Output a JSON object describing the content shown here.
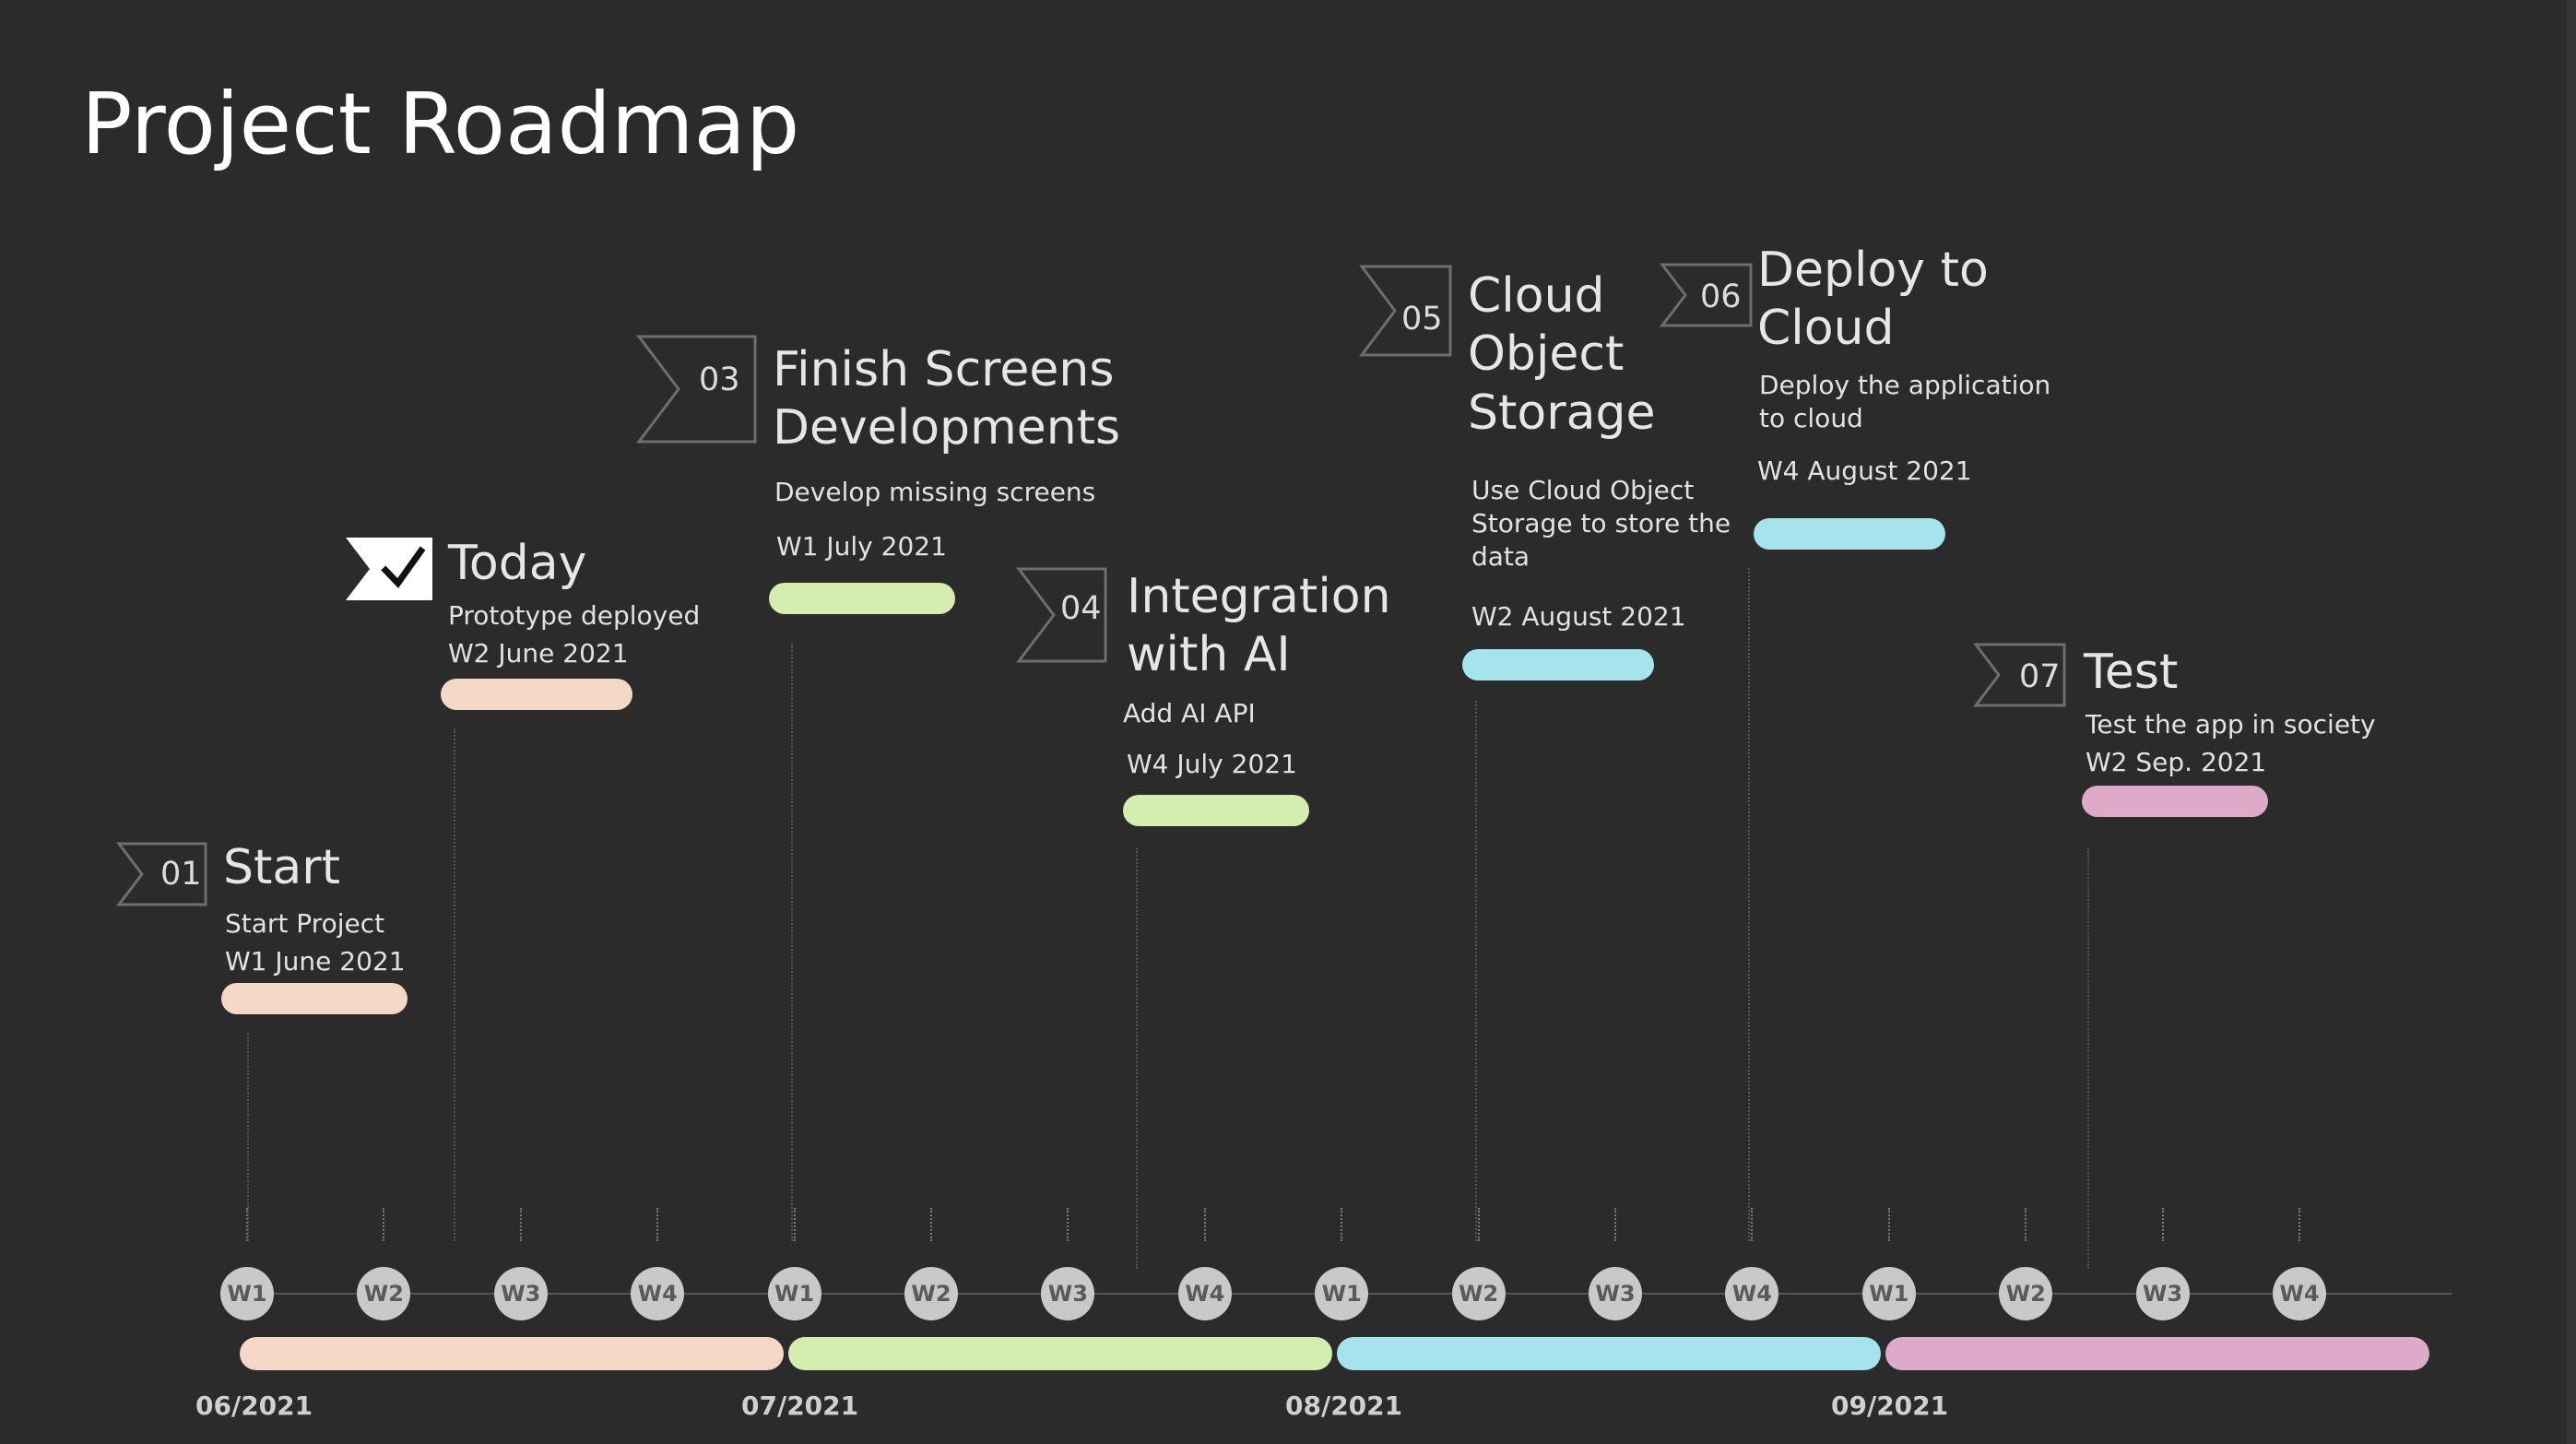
{
  "title": "Project Roadmap",
  "colors": {
    "background": "#2b2b2b",
    "peach": "#f5d7c8",
    "lime": "#d6edb0",
    "cyan": "#a5e3ef",
    "pink": "#ddaac9"
  },
  "milestones": [
    {
      "number": "01",
      "title_lines": [
        "Start"
      ],
      "description_lines": [
        "Start Project"
      ],
      "date": "W1 June 2021",
      "color": "peach"
    },
    {
      "icon": "checkmark-flag-icon",
      "title_lines": [
        "Today"
      ],
      "description_lines": [
        "Prototype deployed"
      ],
      "date": "W2 June 2021",
      "color": "peach"
    },
    {
      "number": "03",
      "title_lines": [
        "Finish Screens",
        "Developments"
      ],
      "description_lines": [
        "Develop missing screens"
      ],
      "date": "W1 July 2021",
      "color": "lime"
    },
    {
      "number": "04",
      "title_lines": [
        "Integration",
        "with AI"
      ],
      "description_lines": [
        "Add AI API"
      ],
      "date": "W4 July 2021",
      "color": "lime"
    },
    {
      "number": "05",
      "title_lines": [
        "Cloud",
        "Object",
        "Storage"
      ],
      "description_lines": [
        "Use Cloud Object",
        "Storage to store the",
        "data"
      ],
      "date": "W2 August 2021",
      "color": "cyan"
    },
    {
      "number": "06",
      "title_lines": [
        "Deploy to",
        "Cloud"
      ],
      "description_lines": [
        "Deploy the application",
        "to cloud"
      ],
      "date": "W4 August 2021",
      "color": "cyan"
    },
    {
      "number": "07",
      "title_lines": [
        "Test"
      ],
      "description_lines": [
        "Test the app in society"
      ],
      "date": "W2 Sep. 2021",
      "color": "pink"
    }
  ],
  "timeline": {
    "weeks": [
      "W1",
      "W2",
      "W3",
      "W4",
      "W1",
      "W2",
      "W3",
      "W4",
      "W1",
      "W2",
      "W3",
      "W4",
      "W1",
      "W2",
      "W3",
      "W4"
    ],
    "months": [
      {
        "label": "06/2021",
        "color": "peach"
      },
      {
        "label": "07/2021",
        "color": "lime"
      },
      {
        "label": "08/2021",
        "color": "cyan"
      },
      {
        "label": "09/2021",
        "color": "pink"
      }
    ]
  }
}
